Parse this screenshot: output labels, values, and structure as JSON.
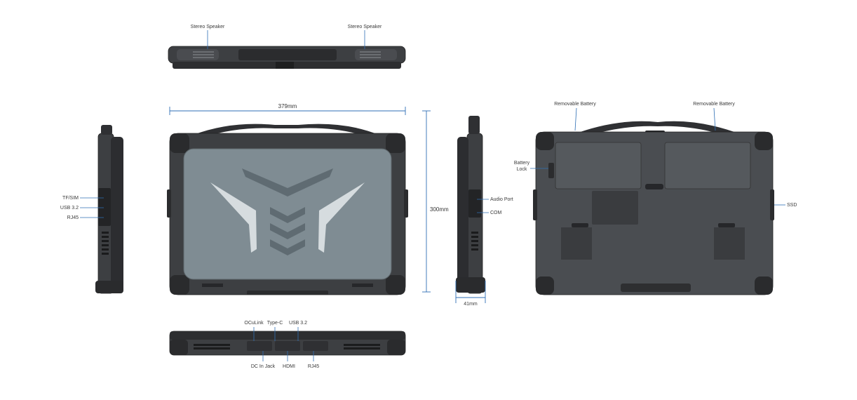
{
  "top_view": {
    "speaker_left": "Stereo Speaker",
    "speaker_right": "Stereo Speaker"
  },
  "front_view": {
    "width_dim": "379mm",
    "height_dim": "300mm"
  },
  "left_side": {
    "ports": [
      "TF/SIM",
      "USB 3.2",
      "RJ45"
    ]
  },
  "right_side": {
    "ports": [
      "Audio Port",
      "COM"
    ],
    "depth_dim": "41mm"
  },
  "back_view": {
    "battery_left": "Removable Battery",
    "battery_right": "Removable Battery",
    "battery_lock_line1": "Battery",
    "battery_lock_line2": "Lock",
    "ssd": "SSD"
  },
  "bottom_view": {
    "top_ports": [
      "OCuLink",
      "Type-C",
      "USB 3.2"
    ],
    "bottom_ports": [
      "DC In Jack",
      "HDMI",
      "RJ45"
    ]
  },
  "colors": {
    "leader": "#2f6fb5",
    "chassis": "#3d3f42",
    "lid_panel": "#7f8c93"
  }
}
